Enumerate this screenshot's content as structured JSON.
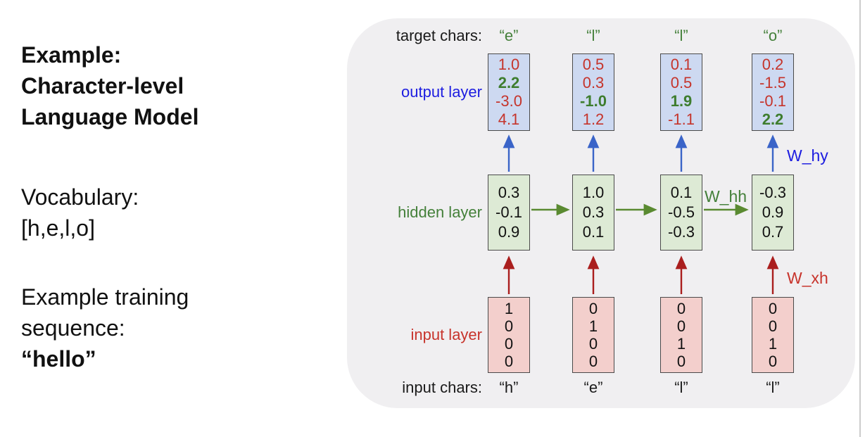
{
  "left_panel": {
    "title_lines": [
      "Example:",
      "Character-level",
      "Language Model"
    ],
    "vocabulary_lines": [
      "Vocabulary:",
      "[h,e,l,o]"
    ],
    "training_lines": [
      "Example training",
      "sequence:"
    ],
    "training_sequence": "“hello”"
  },
  "diagram": {
    "row_labels": {
      "target_chars": "target chars:",
      "output_layer": "output layer",
      "hidden_layer": "hidden layer",
      "input_layer": "input layer",
      "input_chars": "input chars:"
    },
    "weight_labels": {
      "w_hy": "W_hy",
      "w_hh": "W_hh",
      "w_xh": "W_xh"
    },
    "columns": [
      {
        "target_char": "“e”",
        "input_char": "“h”",
        "output_values": [
          "1.0",
          "2.2",
          "-3.0",
          "4.1"
        ],
        "output_highlights": [
          false,
          true,
          false,
          false
        ],
        "hidden_values": [
          "0.3",
          "-0.1",
          "0.9"
        ],
        "input_values": [
          "1",
          "0",
          "0",
          "0"
        ]
      },
      {
        "target_char": "“l”",
        "input_char": "“e”",
        "output_values": [
          "0.5",
          "0.3",
          "-1.0",
          "1.2"
        ],
        "output_highlights": [
          false,
          false,
          true,
          false
        ],
        "hidden_values": [
          "1.0",
          "0.3",
          "0.1"
        ],
        "input_values": [
          "0",
          "1",
          "0",
          "0"
        ]
      },
      {
        "target_char": "“l”",
        "input_char": "“l”",
        "output_values": [
          "0.1",
          "0.5",
          "1.9",
          "-1.1"
        ],
        "output_highlights": [
          false,
          false,
          true,
          false
        ],
        "hidden_values": [
          "0.1",
          "-0.5",
          "-0.3"
        ],
        "input_values": [
          "0",
          "0",
          "1",
          "0"
        ]
      },
      {
        "target_char": "“o”",
        "input_char": "“l”",
        "output_values": [
          "0.2",
          "-1.5",
          "-0.1",
          "2.2"
        ],
        "output_highlights": [
          false,
          false,
          false,
          true
        ],
        "hidden_values": [
          "-0.3",
          "0.9",
          "0.7"
        ],
        "input_values": [
          "0",
          "0",
          "1",
          "0"
        ]
      }
    ],
    "colors": {
      "panel_bg": "#f0eff1",
      "output_box_fill": "#cdd9f1",
      "hidden_box_fill": "#ddead5",
      "input_box_fill": "#f3cfcc",
      "box_border": "#4a4a4a",
      "value_red": "#c5342b",
      "value_green": "#3e7d2e",
      "label_blue": "#1d1de0",
      "label_green": "#44803a",
      "label_red": "#c7342c",
      "arrow_blue": "#3a64c8",
      "arrow_red": "#aa1e1e",
      "arrow_green": "#5a8a31",
      "text_black": "#111111",
      "edge_line": "#cccccc"
    }
  }
}
